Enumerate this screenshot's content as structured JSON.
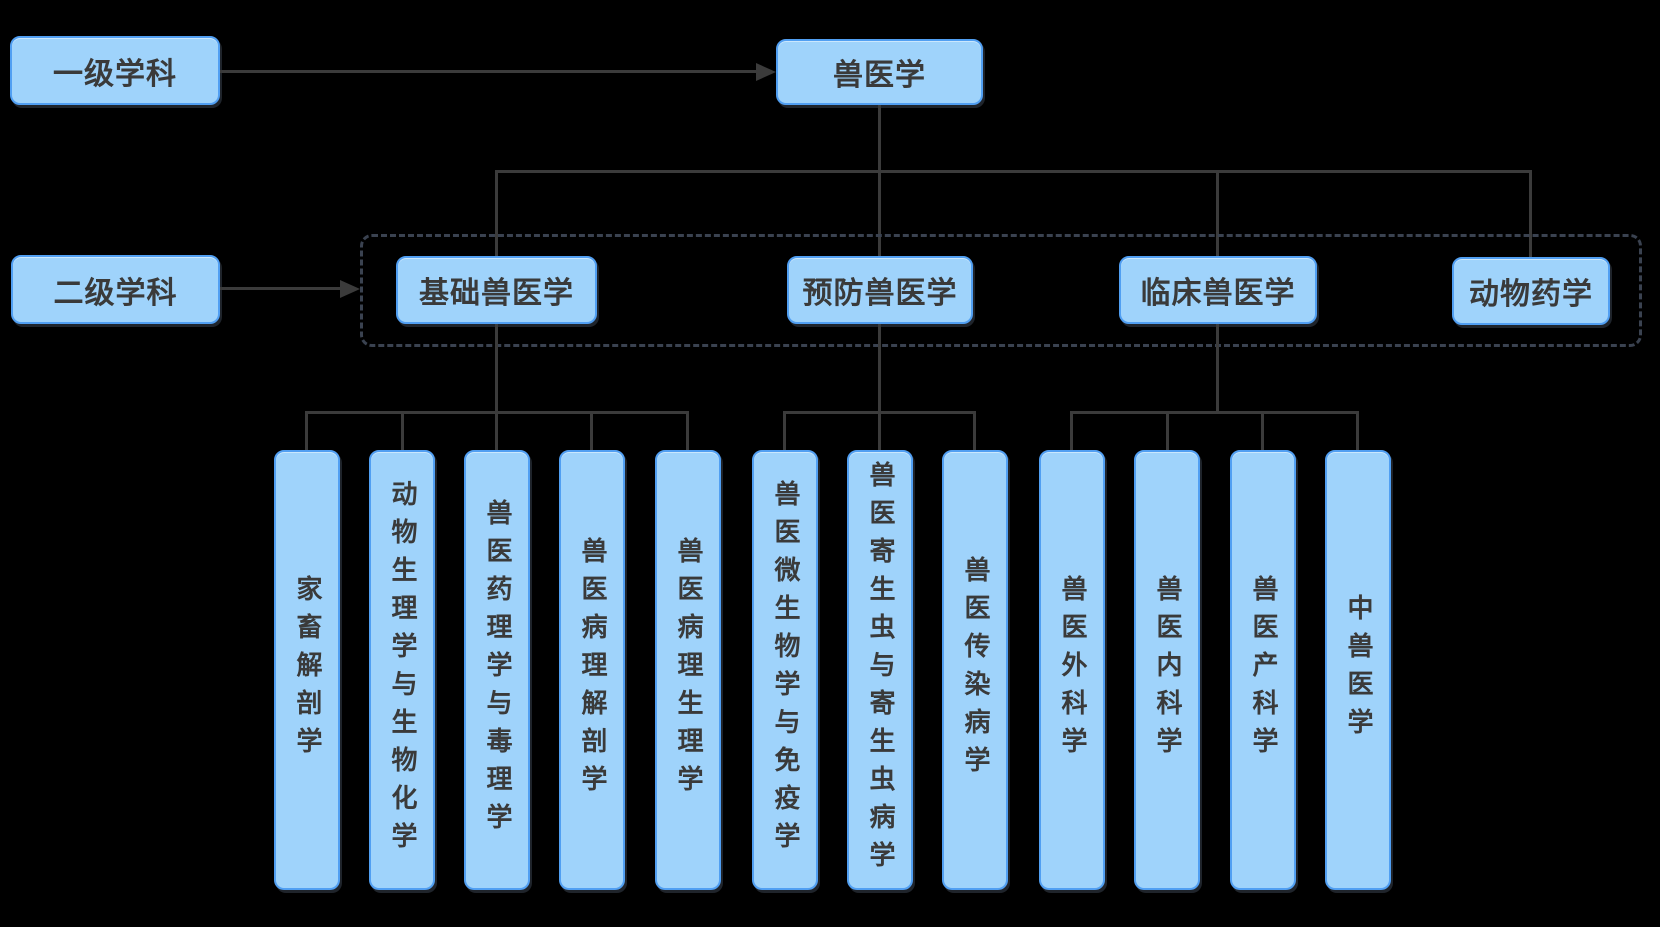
{
  "diagram": {
    "background": "#000000",
    "node_fill": "#9fd3fb",
    "node_border": "#519ff2",
    "node_text_color": "#3a3a3a",
    "connector_color": "#3b3b3b",
    "group_outline_color": "#3a4250",
    "legend": {
      "level1": "一级学科",
      "level2": "二级学科"
    },
    "root": {
      "label": "兽医学"
    },
    "level2": [
      {
        "label": "基础兽医学"
      },
      {
        "label": "预防兽医学"
      },
      {
        "label": "临床兽医学"
      },
      {
        "label": "动物药学"
      }
    ],
    "level3": [
      {
        "label": "家畜解剖学",
        "parent": "基础兽医学"
      },
      {
        "label": "动物生理学与生物化学",
        "parent": "基础兽医学"
      },
      {
        "label": "兽医药理学与毒理学",
        "parent": "基础兽医学"
      },
      {
        "label": "兽医病理解剖学",
        "parent": "基础兽医学"
      },
      {
        "label": "兽医病理生理学",
        "parent": "基础兽医学"
      },
      {
        "label": "兽医微生物学与免疫学",
        "parent": "预防兽医学"
      },
      {
        "label": "兽医寄生虫与寄生虫病学",
        "parent": "预防兽医学"
      },
      {
        "label": "兽医传染病学",
        "parent": "预防兽医学"
      },
      {
        "label": "兽医外科学",
        "parent": "临床兽医学"
      },
      {
        "label": "兽医内科学",
        "parent": "临床兽医学"
      },
      {
        "label": "兽医产科学",
        "parent": "临床兽医学"
      },
      {
        "label": "中兽医学",
        "parent": "临床兽医学"
      }
    ]
  }
}
